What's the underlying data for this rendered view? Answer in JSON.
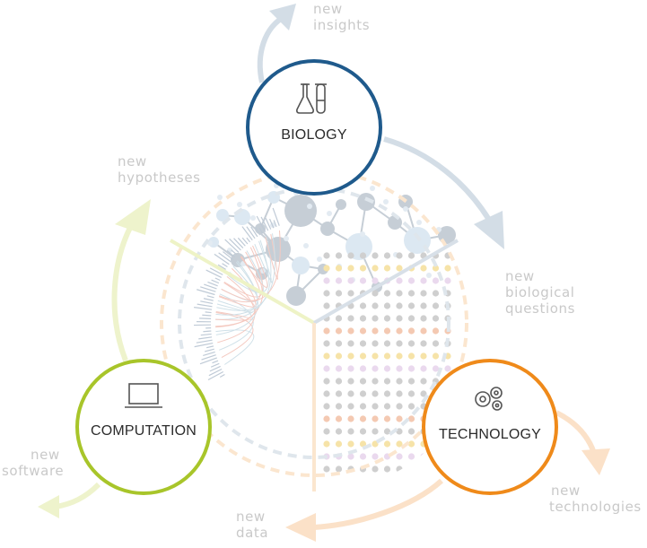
{
  "nodes": {
    "biology": {
      "label": "BIOLOGY",
      "color": "#1f5a8c",
      "icon": "test-tubes-icon"
    },
    "technology": {
      "label": "TECHNOLOGY",
      "color": "#ef8a1a",
      "icon": "gears-icon"
    },
    "computation": {
      "label": "COMPUTATION",
      "color": "#a8c52a",
      "icon": "laptop-icon"
    }
  },
  "outputs": {
    "insights": [
      "new",
      "insights"
    ],
    "questions": [
      "new",
      "biological",
      "questions"
    ],
    "technologies": [
      "new",
      "technologies"
    ],
    "data": [
      "new",
      "data"
    ],
    "software": [
      "new",
      "software"
    ],
    "hypotheses": [
      "new",
      "hypotheses"
    ]
  },
  "colors": {
    "arrow_blue": "#d3dde6",
    "arrow_orange": "#fbe1c8",
    "arrow_green": "#eef3cc",
    "label_gray": "#c9c9c9",
    "network_gray": "#c6ced6",
    "network_blue": "#dce8f2"
  }
}
